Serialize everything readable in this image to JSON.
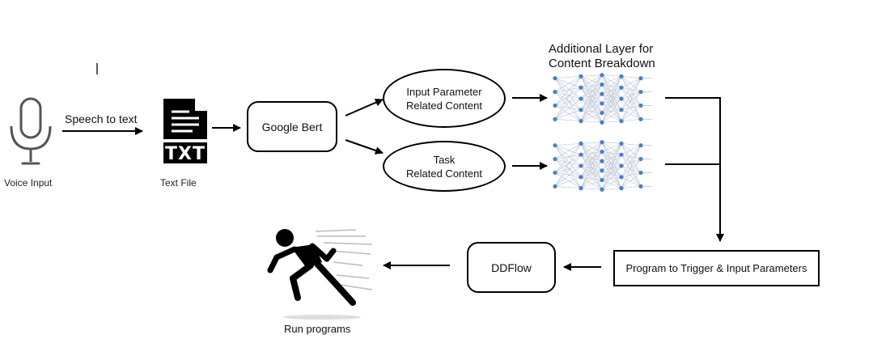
{
  "nodes": {
    "voice_input": "Voice Input",
    "speech_to_text": "Speech to text",
    "text_file": "Text File",
    "txt_badge": "TXT",
    "google_bert": "Google Bert",
    "input_param_content": [
      "Input Parameter",
      "Related Content"
    ],
    "task_content": [
      "Task",
      "Related Content"
    ],
    "additional_layer": [
      "Additional Layer for",
      "Content Breakdown"
    ],
    "program_trigger": "Program to Trigger & Input Parameters",
    "ddflow": "DDFlow",
    "run_programs": "Run programs"
  },
  "icons": {
    "voice": "microphone-icon",
    "file": "txt-file-icon",
    "network": "neural-network-icon",
    "runner": "running-person-icon"
  },
  "colors": {
    "line": "#000000",
    "neuron": "#4a7ec6",
    "edge": "#b7c3d6"
  }
}
